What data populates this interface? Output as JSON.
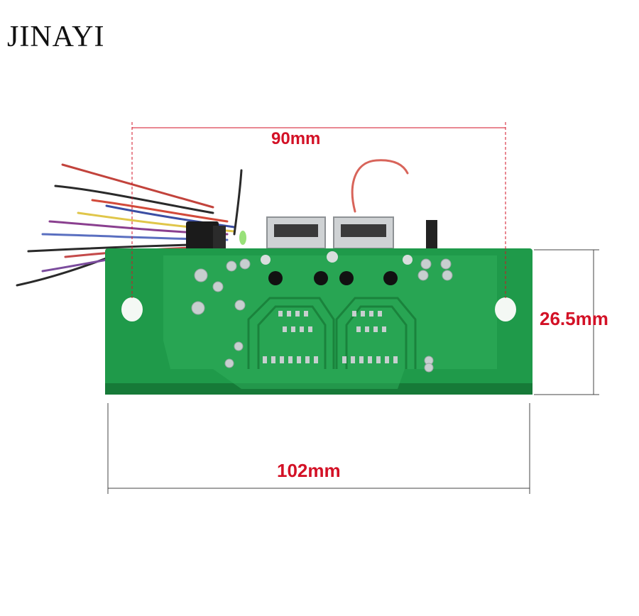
{
  "brand": "JINAYI",
  "dimensions": {
    "top_width": "90mm",
    "height": "26.5mm",
    "bottom_width": "102mm"
  },
  "colors": {
    "board": "#1f9a4a",
    "board_dark": "#167a38",
    "board_light": "#2fae5b",
    "dimension_text": "#d31126",
    "dimension_line": "#d31126"
  }
}
